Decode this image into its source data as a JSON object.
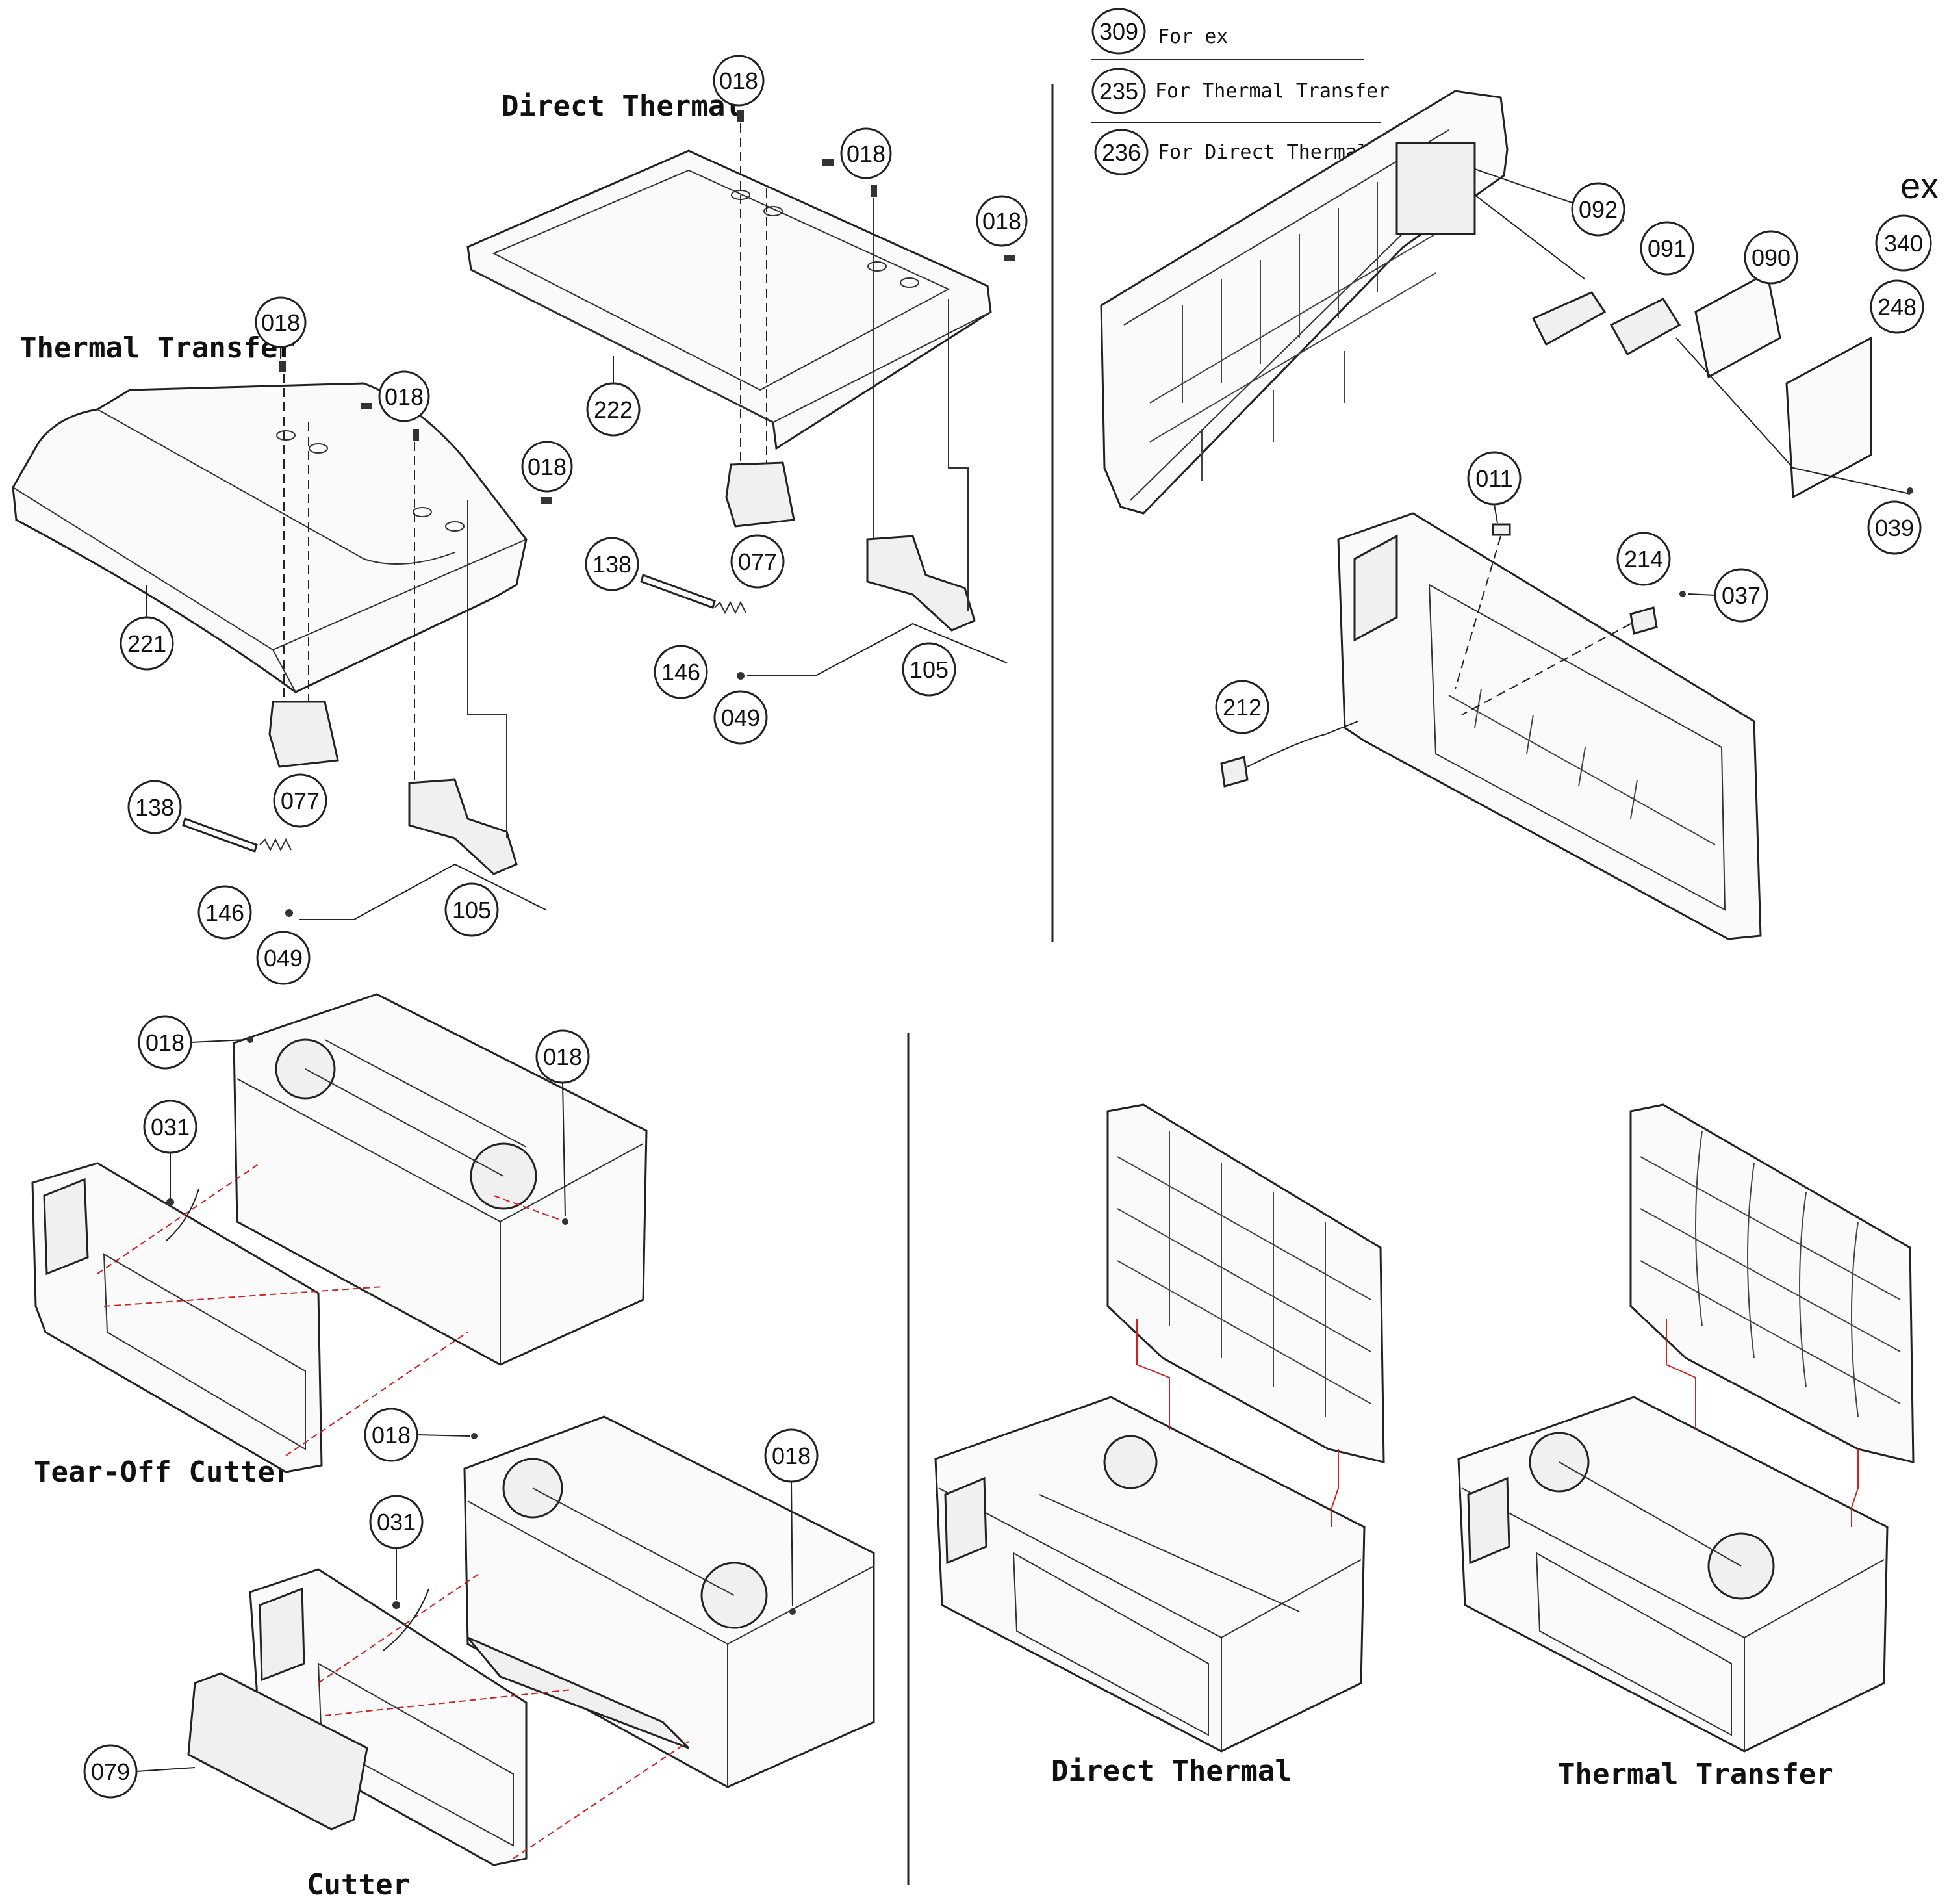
{
  "headings": {
    "direct_thermal_top": "Direct Thermal",
    "thermal_transfer_top": "Thermal Transfer",
    "tear_off_cutter": "Tear-Off Cutter",
    "cutter": "Cutter",
    "direct_thermal_bottom": "Direct Thermal",
    "thermal_transfer_bottom": "Thermal Transfer"
  },
  "legend": [
    {
      "num": "309",
      "text": "For ex"
    },
    {
      "num": "235",
      "text": "For Thermal Transfer"
    },
    {
      "num": "236",
      "text": "For Direct Thermal"
    }
  ],
  "ex_label": "ex",
  "callouts": {
    "tt_018_a": "018",
    "tt_018_b": "018",
    "tt_018_c": "018",
    "tt_221": "221",
    "tt_077": "077",
    "tt_138": "138",
    "tt_146": "146",
    "tt_049": "049",
    "tt_105": "105",
    "dt_018_a": "018",
    "dt_018_b": "018",
    "dt_018_c": "018",
    "dt_222": "222",
    "dt_077": "077",
    "dt_138": "138",
    "dt_146": "146",
    "dt_049": "049",
    "dt_105": "105",
    "rt_092": "092",
    "rt_091": "091",
    "rt_090": "090",
    "rt_340": "340",
    "rt_248": "248",
    "rt_039": "039",
    "rt_011": "011",
    "rt_214": "214",
    "rt_037": "037",
    "rt_212": "212",
    "bl_018_a": "018",
    "bl_018_b": "018",
    "bl_031_a": "031",
    "bl_018_c": "018",
    "bl_018_d": "018",
    "bl_031_b": "031",
    "bl_079": "079"
  }
}
